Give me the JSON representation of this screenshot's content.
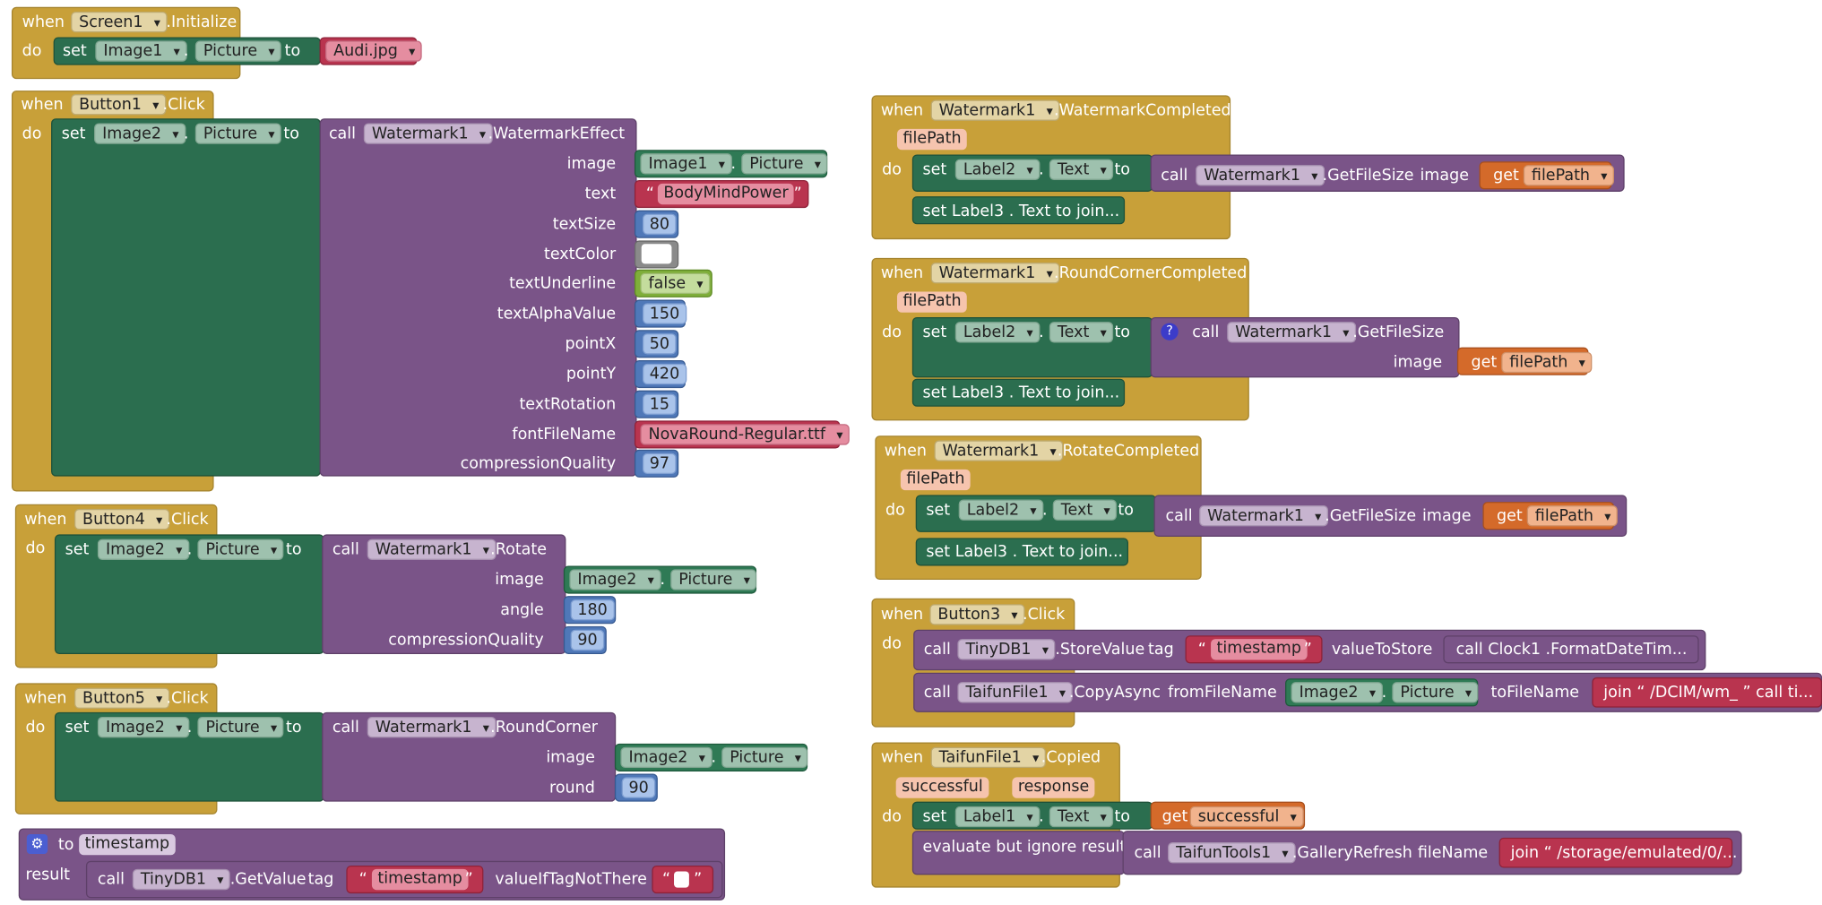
{
  "colors": {
    "event": "#c8a039",
    "setter": "#2b6e4f",
    "procedure": "#7a5488",
    "component": "#2f7a55",
    "text": "#b9344f",
    "number": "#4f78b8",
    "logic": "#7fae3a",
    "getter": "#d46a2a",
    "param": "#e89b79"
  },
  "kw": {
    "when": "when",
    "do": "do",
    "set": "set",
    "to": "to",
    "dot": ".",
    "call": "call",
    "get": "get",
    "result": "result",
    "quote_open": "“",
    "quote_close": "”",
    "qmark": "?",
    "gear": "⚙"
  },
  "b1": {
    "comp": "Screen1",
    "ev": ".Initialize",
    "target": "Image1",
    "prop": "Picture",
    "val": "Audi.jpg"
  },
  "b2": {
    "comp": "Button1",
    "ev": ".Click",
    "target": "Image2",
    "prop": "Picture",
    "wm": "Watermark1",
    "method": ".WatermarkEffect",
    "args": [
      "image",
      "text",
      "textSize",
      "textColor",
      "textUnderline",
      "textAlphaValue",
      "pointX",
      "pointY",
      "textRotation",
      "fontFileName",
      "compressionQuality"
    ],
    "img_comp": "Image1",
    "img_prop": "Picture",
    "text": "BodyMindPower",
    "textSize": "80",
    "textUnderline": "false",
    "alpha": "150",
    "pointX": "50",
    "pointY": "420",
    "rotation": "15",
    "font": "NovaRound-Regular.ttf",
    "quality": "97"
  },
  "b3": {
    "comp": "Button4",
    "ev": ".Click",
    "target": "Image2",
    "prop": "Picture",
    "wm": "Watermark1",
    "method": ".Rotate",
    "args": [
      "image",
      "angle",
      "compressionQuality"
    ],
    "img_comp": "Image2",
    "img_prop": "Picture",
    "angle": "180",
    "quality": "90"
  },
  "b4": {
    "comp": "Button5",
    "ev": ".Click",
    "target": "Image2",
    "prop": "Picture",
    "wm": "Watermark1",
    "method": ".RoundCorner",
    "args": [
      "image",
      "round"
    ],
    "img_comp": "Image2",
    "img_prop": "Picture",
    "round": "90"
  },
  "b5": {
    "to": "to",
    "name": "timestamp",
    "db": "TinyDB1",
    "method": ".GetValue",
    "tag_label": "tag",
    "tag": "timestamp",
    "ifnot": "valueIfTagNotThere"
  },
  "b6": {
    "comp": "Watermark1",
    "ev": ".WatermarkCompleted",
    "param": "filePath",
    "target": "Label2",
    "prop": "Text",
    "wm": "Watermark1",
    "method": ".GetFileSize",
    "image": "image",
    "collapsed": "set Label3 . Text  to join..."
  },
  "b7": {
    "comp": "Watermark1",
    "ev": ".RoundCornerCompleted",
    "param": "filePath",
    "target": "Label2",
    "prop": "Text",
    "wm": "Watermark1",
    "method": ".GetFileSize",
    "image": "image",
    "collapsed": "set Label3 . Text  to join..."
  },
  "b8": {
    "comp": "Watermark1",
    "ev": ".RotateCompleted",
    "param": "filePath",
    "target": "Label2",
    "prop": "Text",
    "wm": "Watermark1",
    "method": ".GetFileSize",
    "image": "image",
    "collapsed": "set Label3 . Text  to join..."
  },
  "b9": {
    "comp": "Button3",
    "ev": ".Click",
    "db": "TinyDB1",
    "store": ".StoreValue",
    "tag_label": "tag",
    "tag": "timestamp",
    "vts": "valueToStore",
    "clock": "call  Clock1 .FormatDateTim...",
    "file": "TaifunFile1",
    "copy": ".CopyAsync",
    "from": "fromFileName",
    "img_comp": "Image2",
    "img_prop": "Picture",
    "toFile": "toFileName",
    "join": "join “ /DCIM/wm_ ”  call  ti..."
  },
  "b10": {
    "comp": "TaifunFile1",
    "ev": ".Copied",
    "p1": "successful",
    "p2": "response",
    "target": "Label1",
    "prop": "Text",
    "getv": "successful",
    "eval": "evaluate but ignore result",
    "tools": "TaifunTools1",
    "refresh": ".GalleryRefresh",
    "fname": "fileName",
    "join": "join “ /storage/emulated/0/..."
  }
}
